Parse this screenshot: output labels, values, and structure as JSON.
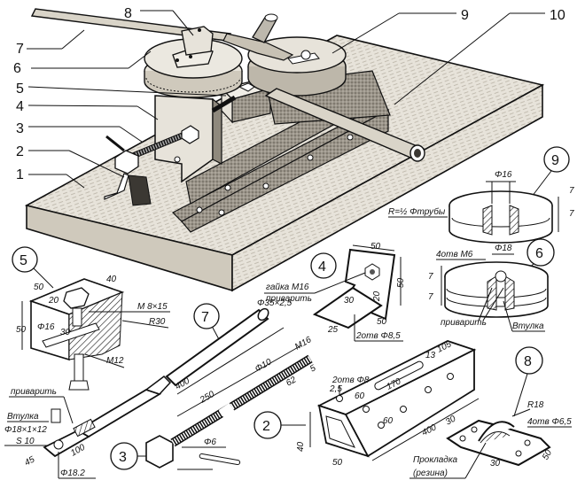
{
  "assembly": {
    "callouts": [
      "1",
      "2",
      "3",
      "4",
      "5",
      "6",
      "7",
      "8",
      "9",
      "10"
    ]
  },
  "details": {
    "part9": {
      "id": "9",
      "dia": "Φ16",
      "radius_note": "R=½ Φтрубы",
      "h1": "7",
      "h2": "7"
    },
    "part6": {
      "id": "6",
      "dia": "Φ18",
      "holes": "4отв M6",
      "h1": "7",
      "h2": "7",
      "weld": "приварить",
      "bushing": "Втулка"
    },
    "part5": {
      "id": "5",
      "w": "50",
      "l": "40",
      "h": "50",
      "d20": "20",
      "d16": "Φ16",
      "d30": "30",
      "thread": "M 8×15",
      "radius": "R30",
      "bolt": "M12"
    },
    "part4": {
      "id": "4",
      "w": "50",
      "h": "50",
      "d20": "20",
      "d25": "25",
      "d30": "30",
      "d50b": "50",
      "nut": "гайка M16",
      "weld": "приварить",
      "holes": "2отв Φ8,5"
    },
    "part7": {
      "id": "7",
      "pipe": "Φ35×2,5",
      "len": "400"
    },
    "part3": {
      "id": "3",
      "len": "250",
      "d10": "Φ10",
      "thread": "M16",
      "d62": "62",
      "d5": "5",
      "pin": "Φ6"
    },
    "handle": {
      "weld": "приварить",
      "bushing": "Втулка",
      "bushing_spec": "Φ18×1×12",
      "s": "S 10",
      "d45": "45",
      "d100": "100",
      "hole": "Φ18.2"
    },
    "part2": {
      "id": "2",
      "d25": "2,5",
      "h40": "40",
      "w50": "50",
      "holes": "2отв Φ8",
      "d60a": "60",
      "d60b": "60",
      "slot": "170",
      "d13": "13",
      "d105": "105",
      "len": "400"
    },
    "part8": {
      "id": "8",
      "radius": "R18",
      "holes": "4отв Φ6,5",
      "d30a": "30",
      "d30b": "30",
      "d50": "50",
      "pad": "Прокладка",
      "pad2": "(резина)"
    }
  }
}
